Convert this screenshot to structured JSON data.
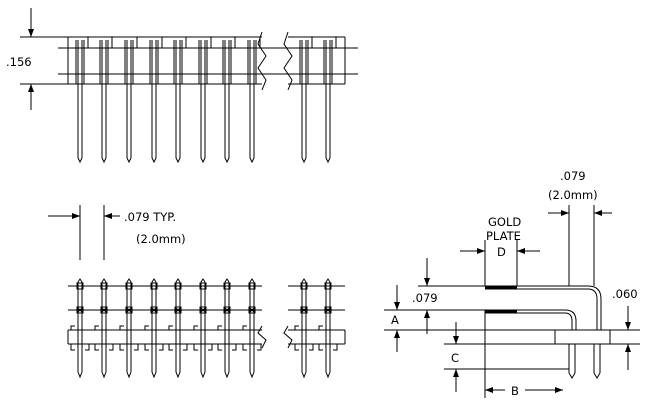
{
  "dimensions": {
    "height_156": ".156",
    "pitch_typ": ".079  TYP.",
    "pitch_mm": "(2.0mm)",
    "gold_plate_line1": "GOLD",
    "gold_plate_line2": "PLATE",
    "label_d": "D",
    "label_a": "A",
    "label_b": "B",
    "label_c": "C",
    "side_079": ".079",
    "side_060": ".060",
    "top_right_079": ".079",
    "top_right_mm": "(2.0mm)"
  }
}
